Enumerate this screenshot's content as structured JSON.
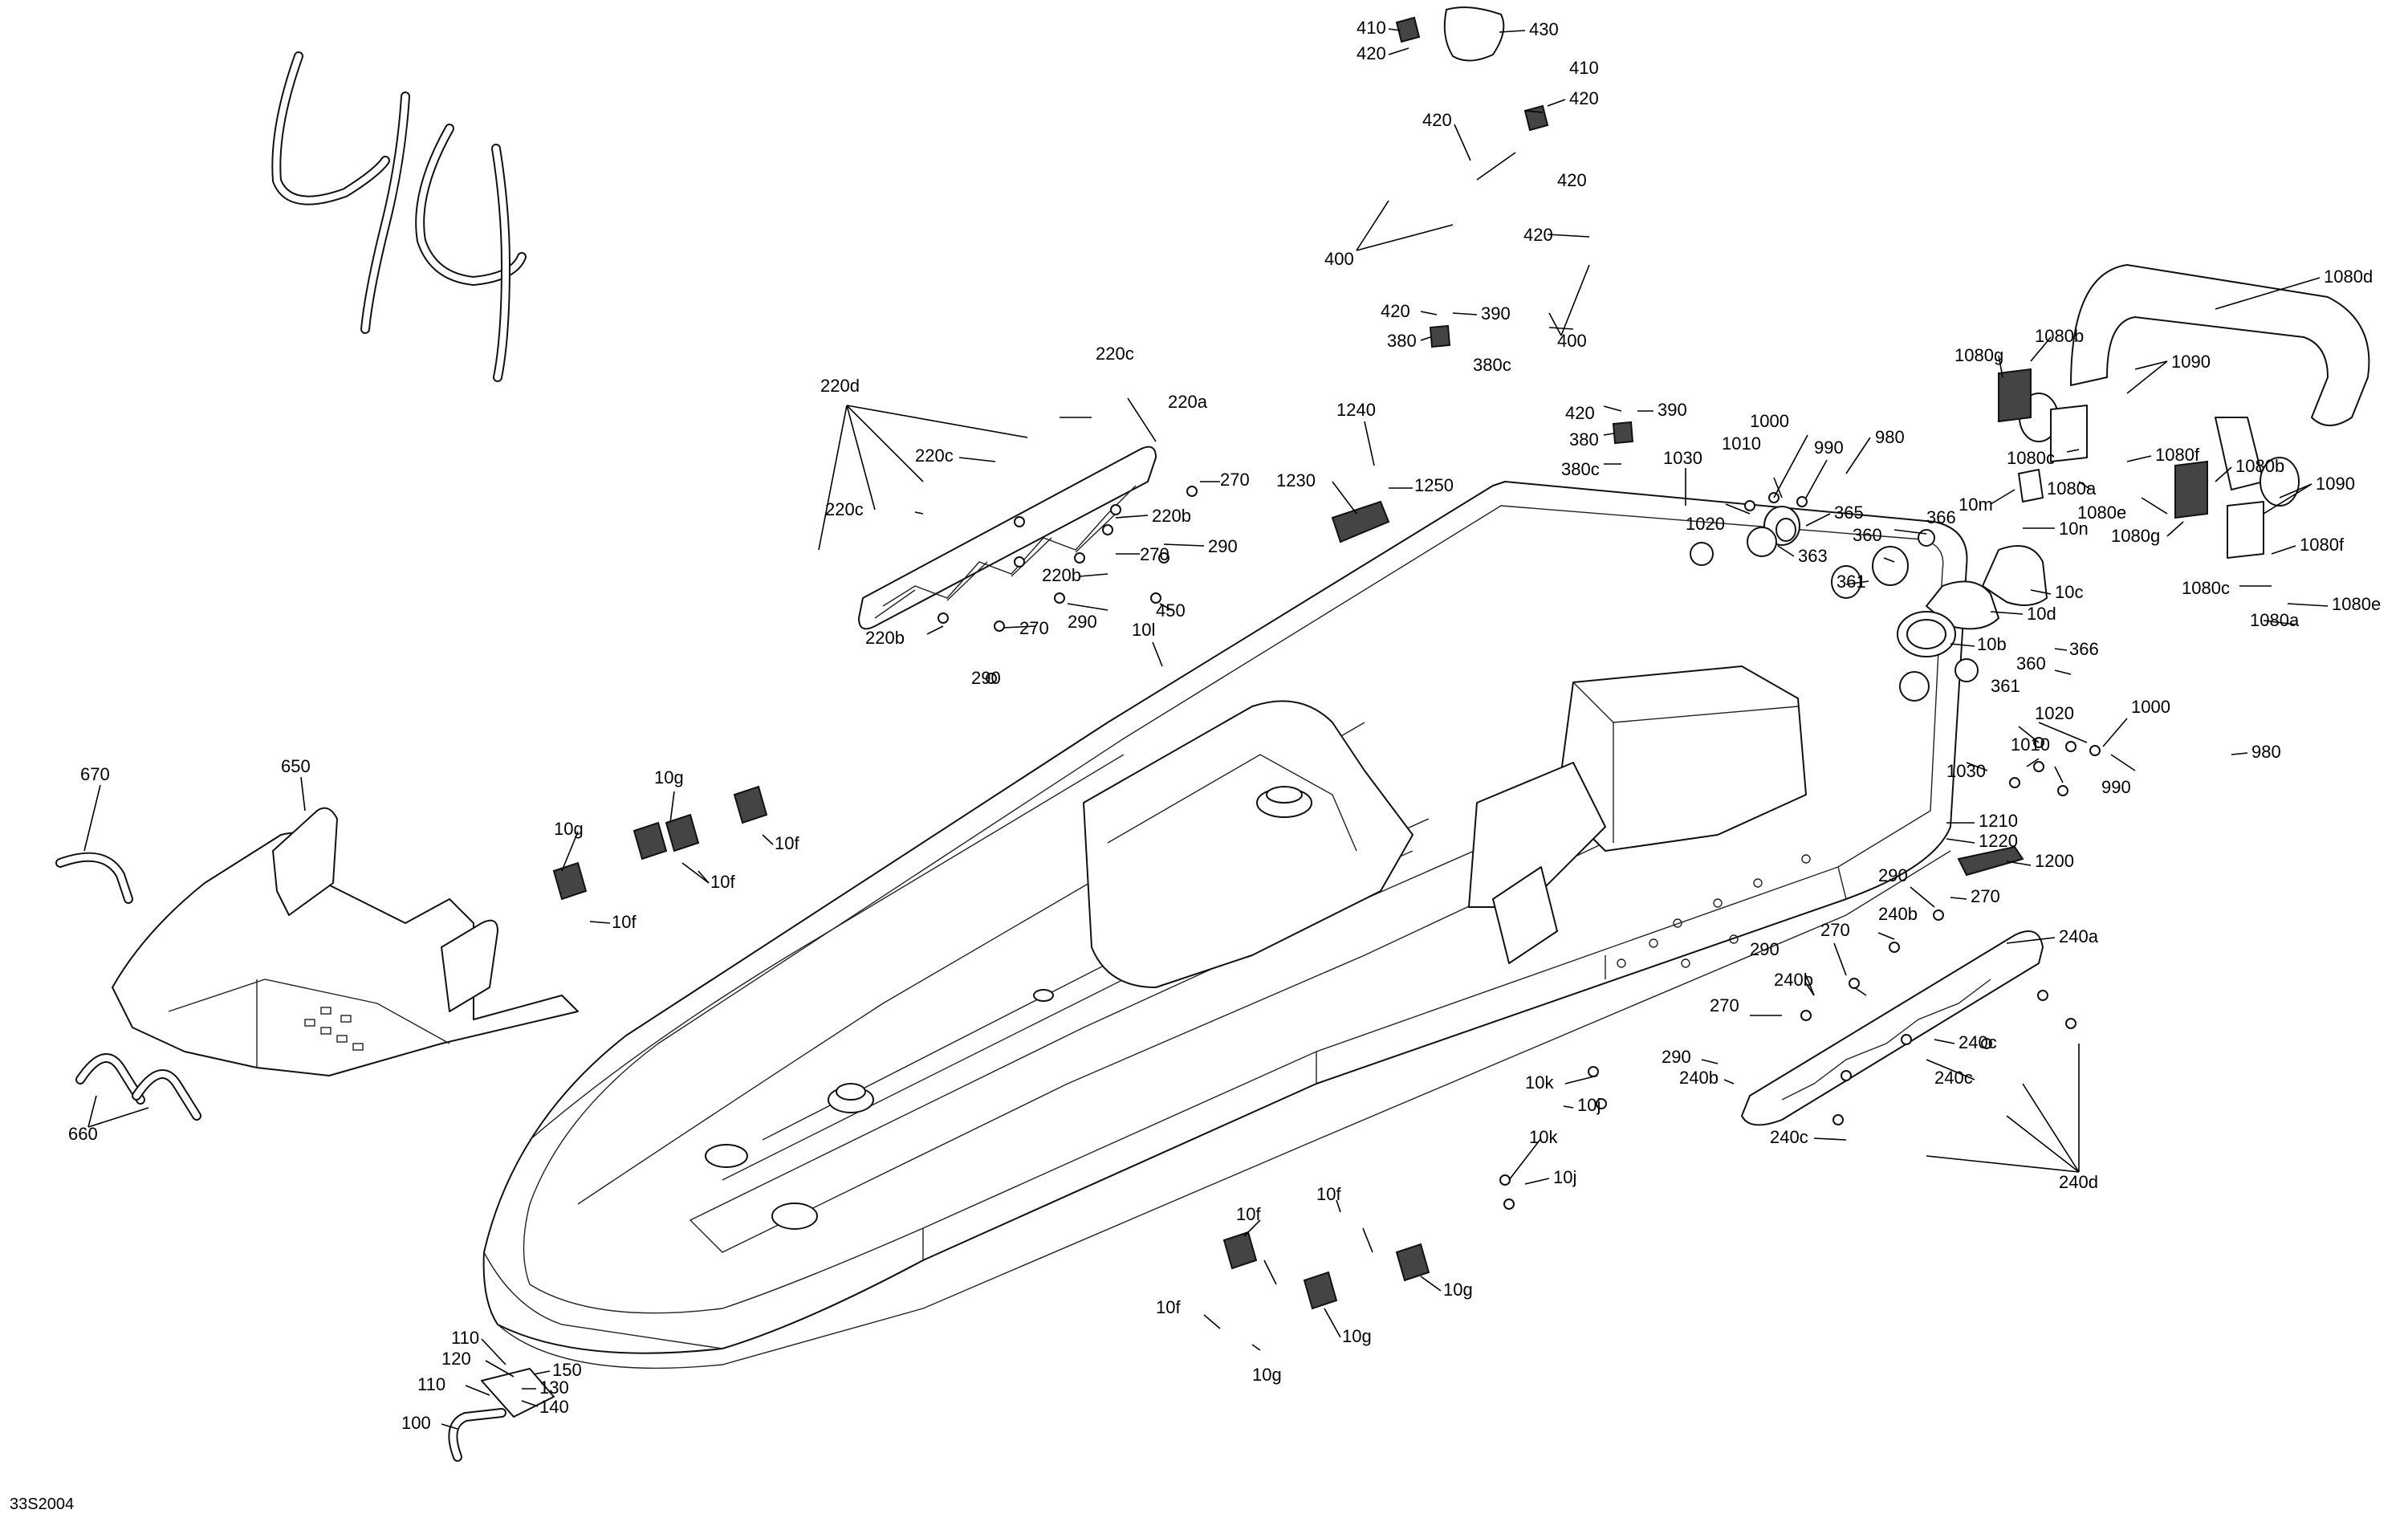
{
  "diagram_code": "33S2004",
  "callouts": [
    {
      "id": "c410a",
      "text": "410"
    },
    {
      "id": "c420a",
      "text": "420"
    },
    {
      "id": "c430",
      "text": "430"
    },
    {
      "id": "c410b",
      "text": "410"
    },
    {
      "id": "c420b",
      "text": "420"
    },
    {
      "id": "c420c",
      "text": "420"
    },
    {
      "id": "c420d",
      "text": "420"
    },
    {
      "id": "c400a",
      "text": "400"
    },
    {
      "id": "c420e",
      "text": "420"
    },
    {
      "id": "c420f",
      "text": "420"
    },
    {
      "id": "c390a",
      "text": "390"
    },
    {
      "id": "c380a",
      "text": "380"
    },
    {
      "id": "c380ca",
      "text": "380c"
    },
    {
      "id": "c400b",
      "text": "400"
    },
    {
      "id": "c420g",
      "text": "420"
    },
    {
      "id": "c390b",
      "text": "390"
    },
    {
      "id": "c380b",
      "text": "380"
    },
    {
      "id": "c380cb",
      "text": "380c"
    },
    {
      "id": "c220d",
      "text": "220d"
    },
    {
      "id": "c220ca",
      "text": "220c"
    },
    {
      "id": "c220a",
      "text": "220a"
    },
    {
      "id": "c220cb",
      "text": "220c"
    },
    {
      "id": "c220cc",
      "text": "220c"
    },
    {
      "id": "c270a",
      "text": "270"
    },
    {
      "id": "c220ba",
      "text": "220b"
    },
    {
      "id": "c290a",
      "text": "290"
    },
    {
      "id": "c270b",
      "text": "270"
    },
    {
      "id": "c220bb",
      "text": "220b"
    },
    {
      "id": "c270c",
      "text": "270"
    },
    {
      "id": "c290b",
      "text": "290"
    },
    {
      "id": "c450",
      "text": "450"
    },
    {
      "id": "c220bc",
      "text": "220b"
    },
    {
      "id": "c10l",
      "text": "10l"
    },
    {
      "id": "c290c",
      "text": "290"
    },
    {
      "id": "c1240",
      "text": "1240"
    },
    {
      "id": "c1230",
      "text": "1230"
    },
    {
      "id": "c1250",
      "text": "1250"
    },
    {
      "id": "c1030a",
      "text": "1030"
    },
    {
      "id": "c1010a",
      "text": "1010"
    },
    {
      "id": "c1000a",
      "text": "1000"
    },
    {
      "id": "c990a",
      "text": "990"
    },
    {
      "id": "c980a",
      "text": "980"
    },
    {
      "id": "c1020a",
      "text": "1020"
    },
    {
      "id": "c365",
      "text": "365"
    },
    {
      "id": "c366a",
      "text": "366"
    },
    {
      "id": "c363",
      "text": "363"
    },
    {
      "id": "c360a",
      "text": "360"
    },
    {
      "id": "c361a",
      "text": "361"
    },
    {
      "id": "c10m",
      "text": "10m"
    },
    {
      "id": "c10n",
      "text": "10n"
    },
    {
      "id": "c10c",
      "text": "10c"
    },
    {
      "id": "c10d",
      "text": "10d"
    },
    {
      "id": "c10b",
      "text": "10b"
    },
    {
      "id": "c366b",
      "text": "366"
    },
    {
      "id": "c360b",
      "text": "360"
    },
    {
      "id": "c361b",
      "text": "361"
    },
    {
      "id": "c1080d",
      "text": "1080d"
    },
    {
      "id": "c1080ba",
      "text": "1080b"
    },
    {
      "id": "c1080ga",
      "text": "1080g"
    },
    {
      "id": "c1090a",
      "text": "1090"
    },
    {
      "id": "c1080ca",
      "text": "1080c"
    },
    {
      "id": "c1080fa",
      "text": "1080f"
    },
    {
      "id": "c1080bb",
      "text": "1080b"
    },
    {
      "id": "c1080aa",
      "text": "1080a"
    },
    {
      "id": "c1080ea",
      "text": "1080e"
    },
    {
      "id": "c1090b",
      "text": "1090"
    },
    {
      "id": "c1080gb",
      "text": "1080g"
    },
    {
      "id": "c1080fb",
      "text": "1080f"
    },
    {
      "id": "c1080cb",
      "text": "1080c"
    },
    {
      "id": "c1080eb",
      "text": "1080e"
    },
    {
      "id": "c1080ab",
      "text": "1080a"
    },
    {
      "id": "c1020b",
      "text": "1020"
    },
    {
      "id": "c1000b",
      "text": "1000"
    },
    {
      "id": "c980b",
      "text": "980"
    },
    {
      "id": "c1030b",
      "text": "1030"
    },
    {
      "id": "c1010b",
      "text": "1010"
    },
    {
      "id": "c990b",
      "text": "990"
    },
    {
      "id": "c1210",
      "text": "1210"
    },
    {
      "id": "c1220",
      "text": "1220"
    },
    {
      "id": "c1200",
      "text": "1200"
    },
    {
      "id": "c290d",
      "text": "290"
    },
    {
      "id": "c270d",
      "text": "270"
    },
    {
      "id": "c240ba",
      "text": "240b"
    },
    {
      "id": "c240a",
      "text": "240a"
    },
    {
      "id": "c270e",
      "text": "270"
    },
    {
      "id": "c290e",
      "text": "290"
    },
    {
      "id": "c240bb",
      "text": "240b"
    },
    {
      "id": "c270f",
      "text": "270"
    },
    {
      "id": "c240ca",
      "text": "240c"
    },
    {
      "id": "c290f",
      "text": "290"
    },
    {
      "id": "c240bc",
      "text": "240b"
    },
    {
      "id": "c240cb",
      "text": "240c"
    },
    {
      "id": "c240cc",
      "text": "240c"
    },
    {
      "id": "c240d",
      "text": "240d"
    },
    {
      "id": "c10ka",
      "text": "10k"
    },
    {
      "id": "c10ja",
      "text": "10j"
    },
    {
      "id": "c10kb",
      "text": "10k"
    },
    {
      "id": "c10jb",
      "text": "10j"
    },
    {
      "id": "c650",
      "text": "650"
    },
    {
      "id": "c670",
      "text": "670"
    },
    {
      "id": "c660",
      "text": "660"
    },
    {
      "id": "c10ga",
      "text": "10g"
    },
    {
      "id": "c10gb",
      "text": "10g"
    },
    {
      "id": "c10fa",
      "text": "10f"
    },
    {
      "id": "c10fb",
      "text": "10f"
    },
    {
      "id": "c10fc",
      "text": "10f"
    },
    {
      "id": "c10fd",
      "text": "10f"
    },
    {
      "id": "c10fe",
      "text": "10f"
    },
    {
      "id": "c10ff",
      "text": "10f"
    },
    {
      "id": "c10gc",
      "text": "10g"
    },
    {
      "id": "c10gd",
      "text": "10g"
    },
    {
      "id": "c10ge",
      "text": "10g"
    },
    {
      "id": "c110a",
      "text": "110"
    },
    {
      "id": "c120",
      "text": "120"
    },
    {
      "id": "c150",
      "text": "150"
    },
    {
      "id": "c110b",
      "text": "110"
    },
    {
      "id": "c130",
      "text": "130"
    },
    {
      "id": "c140",
      "text": "140"
    },
    {
      "id": "c100",
      "text": "100"
    }
  ]
}
